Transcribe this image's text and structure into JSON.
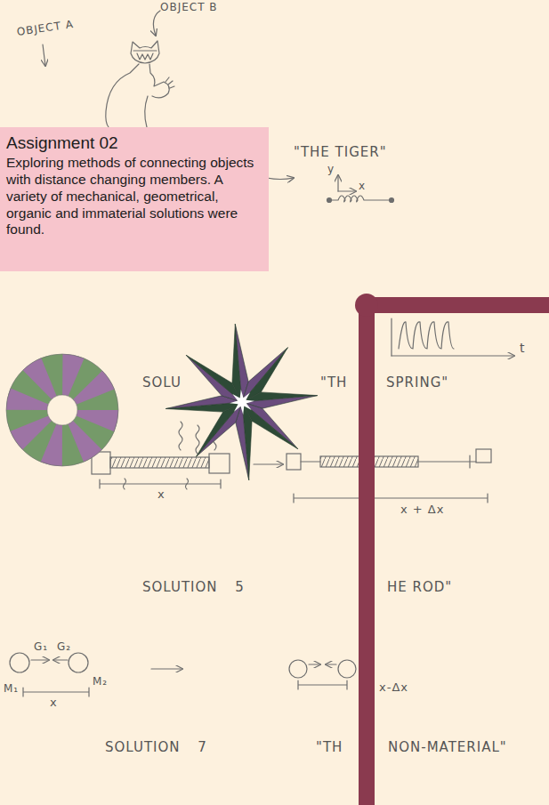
{
  "diagram": {
    "nodes": [
      {
        "text": [
          "Assignment 02",
          "Exploring methods of connecting objects with distance changing members. A variety of mechanical, geometrical, organic and immaterial solutions were found."
        ]
      }
    ],
    "labels": [
      "OBJECT B",
      "OBJECT A",
      "\"THE TIGER\"",
      "y",
      "x",
      "t",
      "SOLU",
      "\"TH",
      "SPRING\"",
      "x",
      "x + Δx",
      "SOLUTION 5",
      "HE ROD\"",
      "G₁",
      "G₂",
      "M₁",
      "M₂",
      "x",
      "x-Δx",
      "SOLUTION 7",
      "\"TH",
      "NON-MATERIAL\""
    ]
  }
}
